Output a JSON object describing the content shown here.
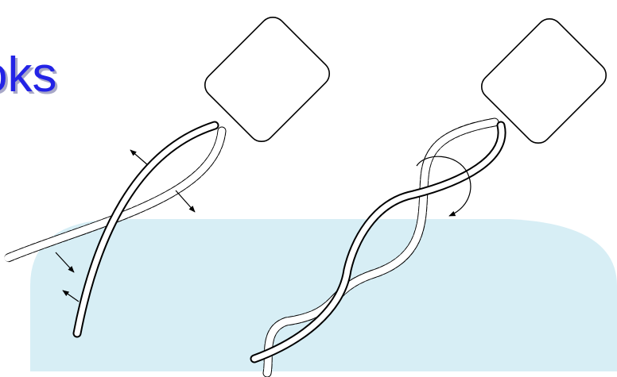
{
  "slide": {
    "title_fragment": "oks",
    "colors": {
      "title": "#2323e6",
      "title_shadow": "#a8a8c8",
      "panel": "#d7eef5",
      "stroke": "#000000",
      "flagellum_fill": "#ffffff"
    }
  },
  "diagram": {
    "left_figure": {
      "body_shape": "rounded-rectangle",
      "flagellum": "flexible-rod",
      "dashed_outline": "bent-position",
      "arrows": 4
    },
    "right_figure": {
      "body_shape": "rounded-rectangle",
      "flagellum": "helix",
      "dashed_outline": "helix-phase-shifted",
      "rotation_arrow": "curved"
    }
  }
}
